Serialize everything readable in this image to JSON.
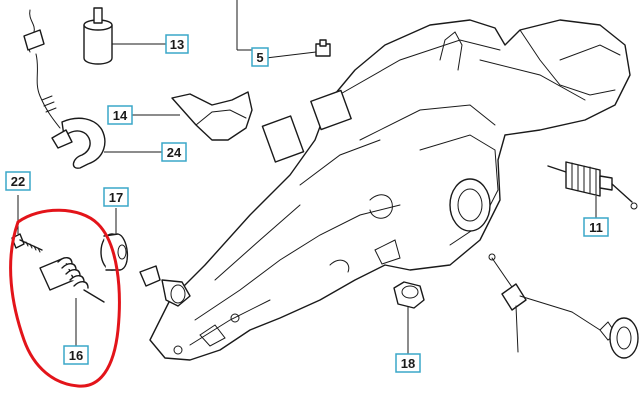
{
  "diagram": {
    "accent_color": "#3aa7c8",
    "highlight_color": "#e3141a",
    "callouts": [
      {
        "id": "13",
        "label": "13",
        "part": "fuel-filter"
      },
      {
        "id": "5",
        "label": "5",
        "part": "fitting"
      },
      {
        "id": "14",
        "label": "14",
        "part": "bracket"
      },
      {
        "id": "24",
        "label": "24",
        "part": "hose"
      },
      {
        "id": "22",
        "label": "22",
        "part": "screw"
      },
      {
        "id": "17",
        "label": "17",
        "part": "rubber-buffer"
      },
      {
        "id": "16",
        "label": "16",
        "part": "anti-vibration-spring"
      },
      {
        "id": "18",
        "label": "18",
        "part": "rubber-bush"
      },
      {
        "id": "11",
        "label": "11",
        "part": "anti-vibration-element"
      }
    ],
    "highlighted_parts": [
      "22",
      "16"
    ]
  }
}
